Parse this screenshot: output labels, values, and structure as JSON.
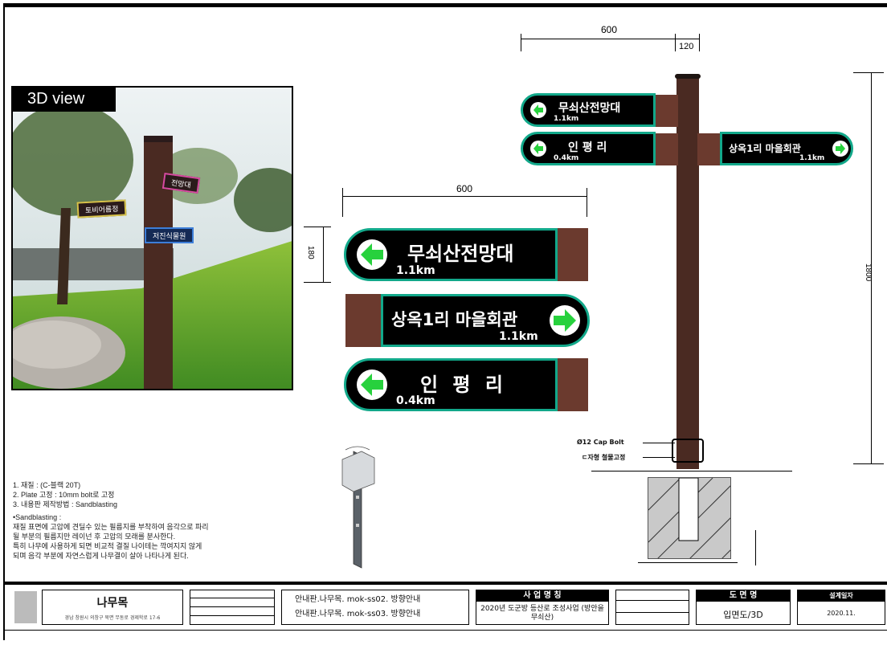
{
  "photo": {
    "label": "3D view",
    "signs": [
      "토비어름정",
      "저진식물원",
      "전망대"
    ]
  },
  "dimensions": {
    "top_width": "600",
    "post_width": "120",
    "detail_width": "600",
    "detail_height": "180",
    "post_height": "1800"
  },
  "signs": [
    {
      "title": "무쇠산전망대",
      "distance": "1.1km",
      "direction": "left"
    },
    {
      "title": "인 평 리",
      "distance": "0.4km",
      "direction": "left"
    },
    {
      "title": "상옥1리 마을회관",
      "distance": "1.1km",
      "direction": "right"
    }
  ],
  "bolt_labels": [
    "Ø12 Cap Bolt",
    "ㄷ자형 철물고정"
  ],
  "notes": {
    "items": [
      "1. 재질 : (C-블랙 20T)",
      "2. Plate 고정 : 10mm bolt로 고정",
      "3. 내용판 제작방법 : Sandblasting"
    ],
    "sandblast_title": "•Sandblasting :",
    "sandblast_text": [
      "재질 표면에 고압에 견딜수 있는 필름지를 부착하여 음각으로 파리",
      "될 부분의 필름지만 레이넌 후 고압의 모래를 분사한다.",
      "특히 나무에 사용하게 되면 비교적 결질 나이테는 깍여지지 않게",
      "되며 음각 부분에 자연스럽게 나무결이 살아 나타나게 된다."
    ]
  },
  "title_block": {
    "company": "나무목",
    "company_sub": "경남 창원시 의창구 북면 무동로 경제학로 17-6",
    "drawing_list": [
      "안내판.나무목. mok-ss02. 방향안내",
      "안내판.나무목. mok-ss03. 방향안내"
    ],
    "project_label": "사 업 명 칭",
    "project_name": "2020년 도군방 등산로 조성사업 (방안을 무쇠산)",
    "drawing_label": "도 면 명",
    "drawing_name": "입면도/3D",
    "date_label": "설계일자",
    "date_value": "2020.11."
  },
  "colors": {
    "sign_bg": "#000000",
    "sign_border": "#12a88a",
    "arrow": "#27d13d",
    "wood": "#6b3a2e",
    "post": "#4a2a22"
  }
}
